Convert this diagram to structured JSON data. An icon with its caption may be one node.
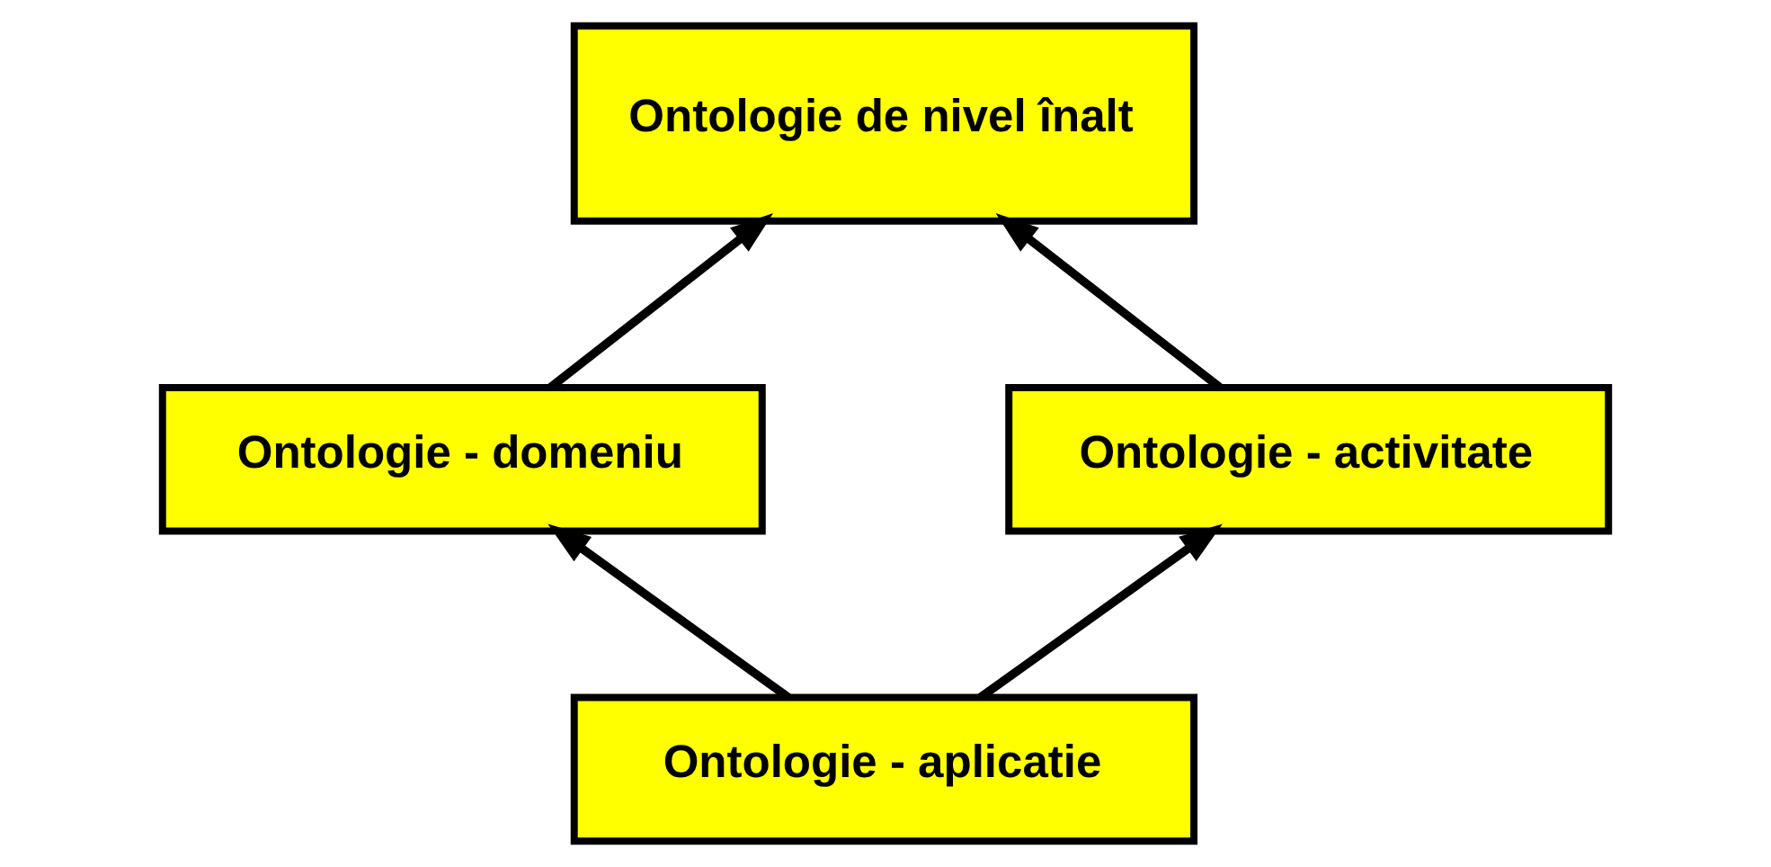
{
  "diagram": {
    "nodes": [
      {
        "text": [
          "Ontologie de nivel înalt"
        ]
      },
      {
        "text": [
          "Ontologie - domeniu"
        ]
      },
      {
        "text": [
          "Ontologie - activitate"
        ]
      },
      {
        "text": [
          "Ontologie - aplicatie"
        ]
      }
    ],
    "edges": [
      {
        "from": 1,
        "to": 0,
        "arrow": "to"
      },
      {
        "from": 2,
        "to": 0,
        "arrow": "to"
      },
      {
        "from": 3,
        "to": 1,
        "arrow": "to"
      },
      {
        "from": 3,
        "to": 2,
        "arrow": "to"
      }
    ]
  }
}
